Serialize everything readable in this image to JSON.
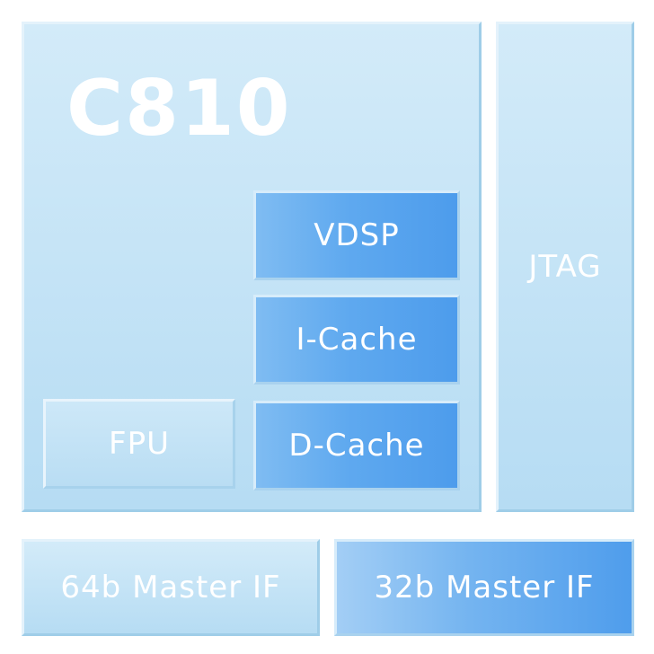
{
  "diagram": {
    "core_title": "C810",
    "blocks": {
      "vdsp": "VDSP",
      "icache": "I-Cache",
      "dcache": "D-Cache",
      "fpu": "FPU",
      "jtag": "JTAG",
      "master64": "64b Master IF",
      "master32": "32b Master IF"
    }
  },
  "colors": {
    "light_panel": "#c4e3f6",
    "blue_block": "#5fa9ef",
    "text": "#ffffff"
  }
}
